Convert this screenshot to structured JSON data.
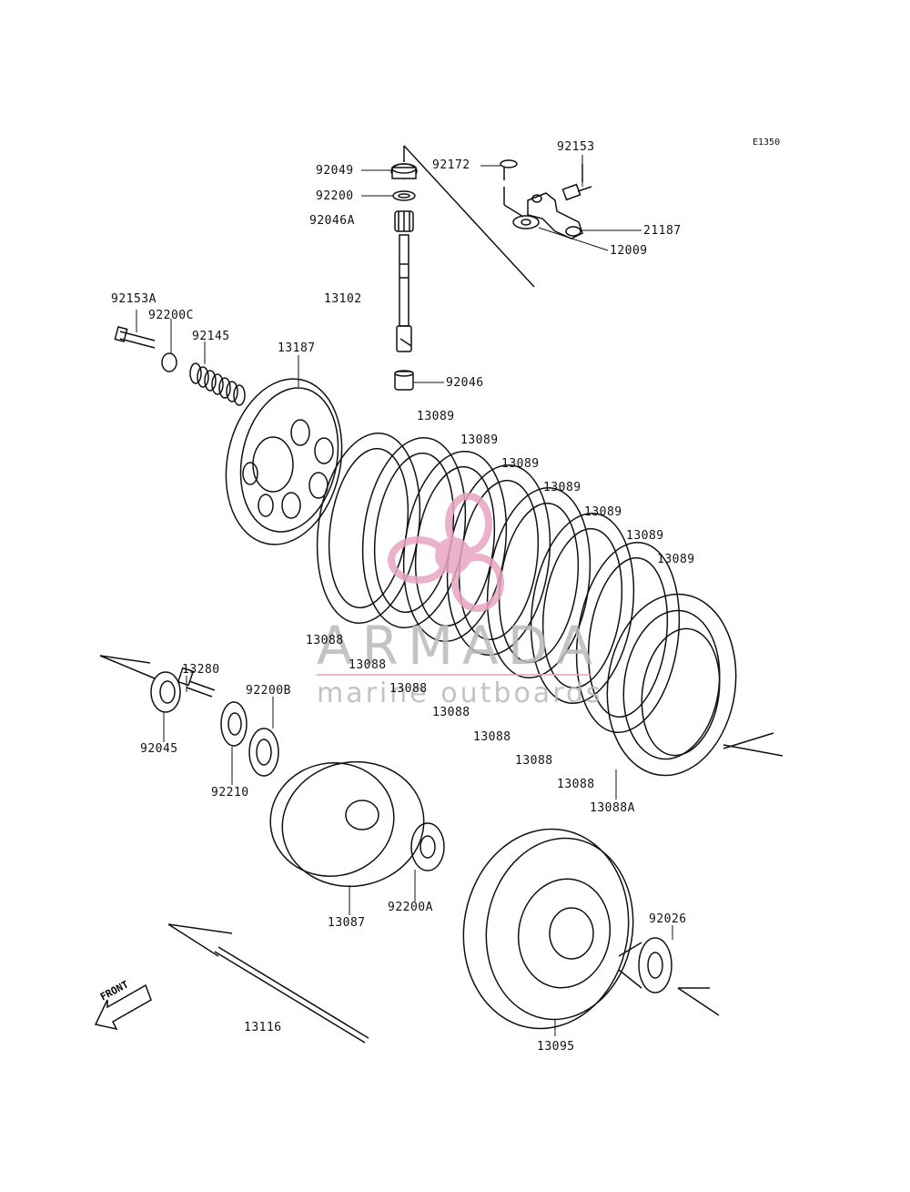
{
  "diagram": {
    "code": "E1350",
    "front_label": "FRONT",
    "watermark": {
      "title": "ARMADA",
      "subtitle": "marine outboards",
      "color": "#b9b9b9",
      "logo_color": "#e8a6c2"
    },
    "labels": {
      "p92153": "92153",
      "p92172": "92172",
      "p92049": "92049",
      "p92200": "92200",
      "p92046A": "92046A",
      "p21187": "21187",
      "p12009": "12009",
      "p13102": "13102",
      "p92153A": "92153A",
      "p92200C": "92200C",
      "p92145": "92145",
      "p13187": "13187",
      "p92046": "92046",
      "p13089_1": "13089",
      "p13089_2": "13089",
      "p13089_3": "13089",
      "p13089_4": "13089",
      "p13089_5": "13089",
      "p13089_6": "13089",
      "p13089_7": "13089",
      "p13088_1": "13088",
      "p13088_2": "13088",
      "p13088_3": "13088",
      "p13088_4": "13088",
      "p13088_5": "13088",
      "p13088_6": "13088",
      "p13088_7": "13088",
      "p13088A": "13088A",
      "p13280": "13280",
      "p92200B": "92200B",
      "p92045": "92045",
      "p92210": "92210",
      "p13087": "13087",
      "p92200A": "92200A",
      "p92026": "92026",
      "p13116": "13116",
      "p13095": "13095"
    }
  }
}
